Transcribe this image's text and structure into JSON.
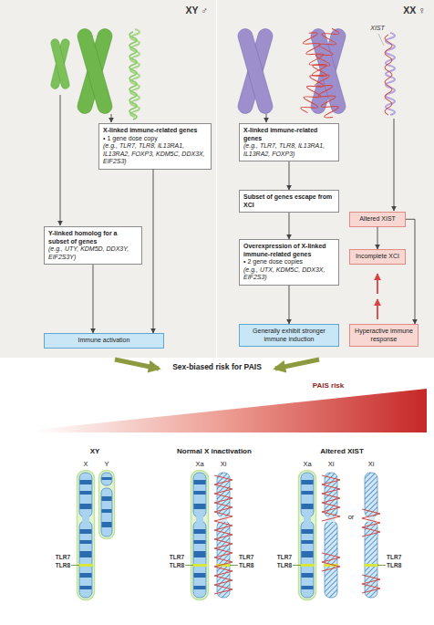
{
  "diagram": {
    "nodes": [
      {
        "text": [
          "XY ♂"
        ]
      },
      {
        "text": [
          "XX ♀"
        ]
      },
      {
        "text": [
          "X-linked immune-related genes",
          "• 1 gene dose copy",
          "(e.g., TLR7, TLR8, IL13RA1, IL13RA2, FOXP3, KDM5C, DDX3X, EIF2S3)"
        ],
        "in": 0
      },
      {
        "text": [
          "Y-linked homolog for a subset of genes",
          "(e.g., UTY, KDM5D, DDX3Y, EIF2S3Y)"
        ],
        "in": 0
      },
      {
        "text": [
          "Immune activation"
        ],
        "in": 0
      },
      {
        "text": [
          "X-linked immune-related genes",
          "(e.g., TLR7, TLR8, IL13RA1, IL13RA2, FOXP3)"
        ],
        "in": 1
      },
      {
        "text": [
          "Subset of genes escape from XCI"
        ],
        "in": 1
      },
      {
        "text": [
          "Overexpression of X-linked immune-related genes",
          "• 2 gene dose copies",
          "(e.g., UTX, KDM5C, DDX3X, EIF2S3)"
        ],
        "in": 1
      },
      {
        "text": [
          "Generally exhibit stronger immune induction"
        ],
        "in": 1
      },
      {
        "text": [
          "Altered XIST"
        ],
        "in": 1
      },
      {
        "text": [
          "Incomplete XCI"
        ],
        "in": 1
      },
      {
        "text": [
          "Hyperactive immune response"
        ],
        "in": 1
      }
    ],
    "edges": [
      {
        "from": 2,
        "to": 4,
        "arrow": "to"
      },
      {
        "from": 3,
        "to": 4,
        "arrow": "to"
      },
      {
        "from": 5,
        "to": 6,
        "arrow": "to"
      },
      {
        "from": 6,
        "to": 7,
        "arrow": "to"
      },
      {
        "from": 7,
        "to": 8,
        "arrow": "to"
      },
      {
        "from": 9,
        "to": 10,
        "arrow": "to"
      },
      {
        "from": 9,
        "to": 11,
        "arrow": "to"
      }
    ],
    "labels": [
      "XIST",
      "Sex-biased risk for PAIS",
      "PAIS risk",
      "XY",
      "Normal X inactivation",
      "Altered XIST",
      "X",
      "Y",
      "TLR7",
      "TLR8",
      "Xa",
      "Xi",
      "TLR7",
      "TLR8",
      "TLR7",
      "TLR8",
      "Xa",
      "Xi",
      "or",
      "Xi",
      "TLR7",
      "TLR8",
      "TLR7",
      "TLR8"
    ]
  }
}
